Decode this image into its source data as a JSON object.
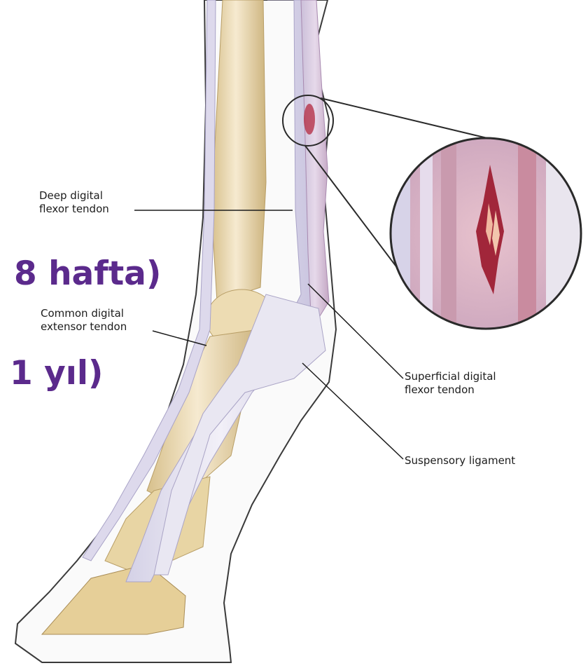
{
  "labels": {
    "deep_flexor": "Deep digital\nflexor tendon",
    "common_extensor": "Common digital\nextensor tendon",
    "superficial_flexor": "Superficial digital\nflexor tendon",
    "suspensory": "Suspensory ligament"
  },
  "overlay": {
    "duration_1": "8 hafta)",
    "duration_2": "1 yıl)"
  },
  "colors": {
    "bone": "#ead9ad",
    "tendon": "#e2e0ee",
    "injury": "#b3283f",
    "overlay_text": "#5b2a8c"
  }
}
